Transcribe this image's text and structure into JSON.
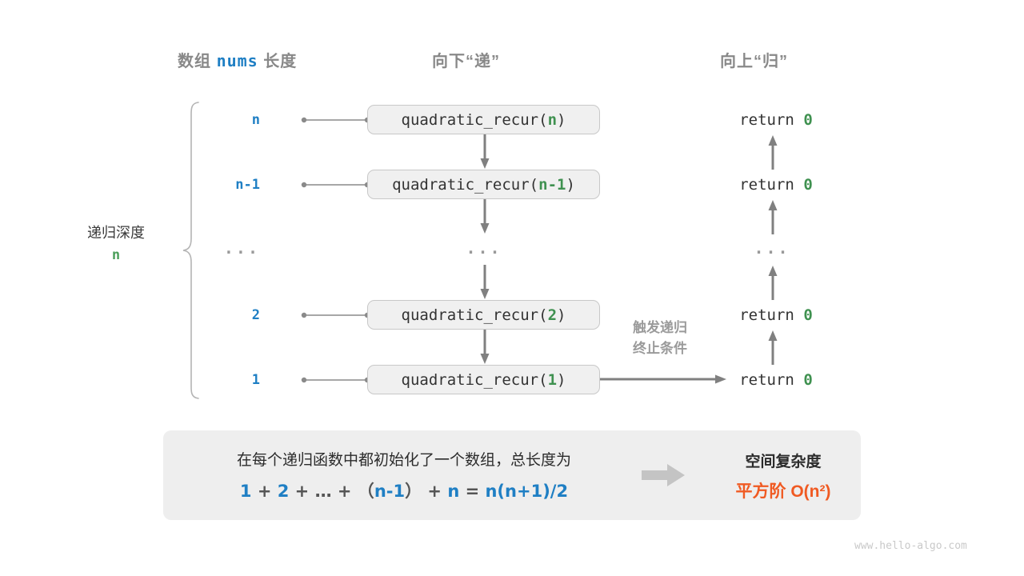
{
  "headers": {
    "left_prefix": "数组",
    "left_code": "nums",
    "left_suffix": "长度",
    "middle": "向下“递”",
    "right": "向上“归”"
  },
  "brace": {
    "caption_line1": "递归深度",
    "caption_line2": "n"
  },
  "rows": [
    {
      "depth": "n",
      "call": "quadratic_recur(",
      "arg": "n",
      "call_end": ")",
      "ret_prefix": "return",
      "ret_value": "0"
    },
    {
      "depth": "n-1",
      "call": "quadratic_recur(",
      "arg": "n-1",
      "call_end": ")",
      "ret_prefix": "return",
      "ret_value": "0"
    },
    {
      "depth": "...",
      "call": "...",
      "arg": "",
      "call_end": "",
      "ret_prefix": "...",
      "ret_value": ""
    },
    {
      "depth": "2",
      "call": "quadratic_recur(",
      "arg": "2",
      "call_end": ")",
      "ret_prefix": "return",
      "ret_value": "0"
    },
    {
      "depth": "1",
      "call": "quadratic_recur(",
      "arg": "1",
      "call_end": ")",
      "ret_prefix": "return",
      "ret_value": "0"
    }
  ],
  "side_note": {
    "line1": "触发递归",
    "line2": "终止条件"
  },
  "summary": {
    "text": "在每个递归函数中都初始化了一个数组，总长度为",
    "formula_parts": [
      "1",
      " + ",
      "2",
      " + … + （",
      "n-1",
      "） + ",
      "n",
      " = ",
      "n(n+1)/2"
    ],
    "title": "空间复杂度",
    "result": "平方阶 O(n²)"
  },
  "watermark": "www.hello-algo.com",
  "colors": {
    "blue": "#1f7fc4",
    "green": "#3f9150",
    "orange": "#f05a22",
    "gray_text": "#888888",
    "box_fill": "#f0f0f0",
    "box_border": "#c8c8c8",
    "arrow": "#808080",
    "panel": "#eeeeee"
  }
}
